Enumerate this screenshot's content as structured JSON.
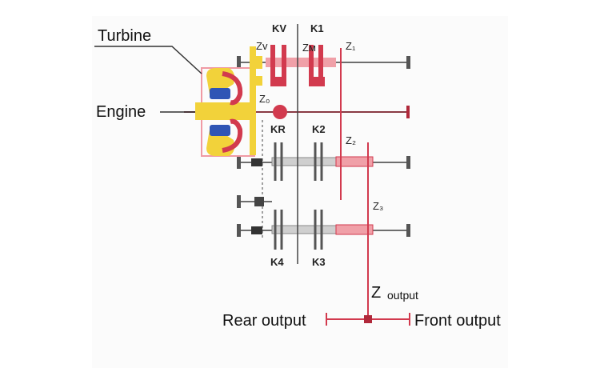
{
  "labels": {
    "turbine": "Turbine",
    "engine": "Engine",
    "kv": "KV",
    "k1": "K1",
    "kr": "KR",
    "k2": "K2",
    "k4": "K4",
    "k3": "K3",
    "zv": "Zv",
    "zm": "Zм",
    "z1": "Z₁",
    "z0": "Z₀",
    "z2": "Z₂",
    "z3": "Z₃",
    "z_output_main": "Z",
    "z_output_sub": "output",
    "rear_output": "Rear output",
    "front_output": "Front output"
  },
  "colors": {
    "red": "#d23a4e",
    "dark_red": "#b0283a",
    "yellow": "#f2d23a",
    "blue": "#2f55b5",
    "gray": "#7a7a7a",
    "dark": "#3a3a3a",
    "pink": "#f0a0a8"
  }
}
